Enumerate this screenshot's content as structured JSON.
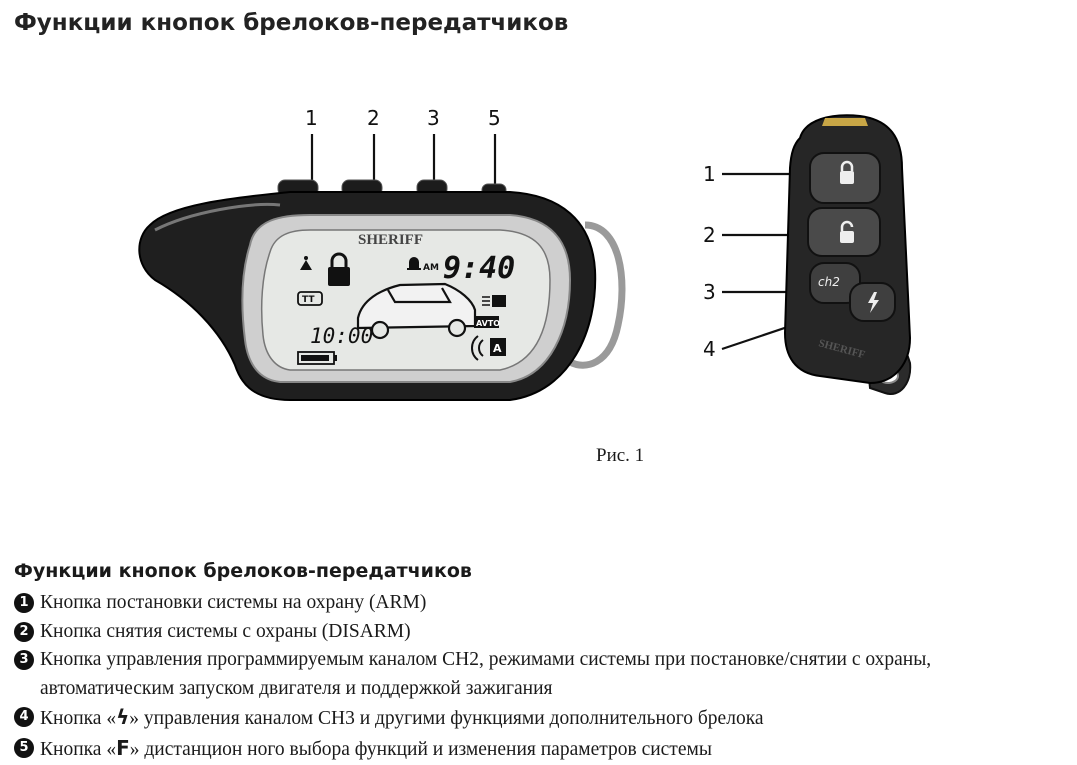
{
  "page": {
    "title": "Функции кнопок брелоков-передатчиков",
    "caption": "Рис. 1",
    "section_title": "Функции кнопок брелоков-передатчиков"
  },
  "fob_left": {
    "brand": "SHERIFF",
    "button_numbers": [
      "1",
      "2",
      "3",
      "5"
    ],
    "lcd": {
      "time": "9:40",
      "am": "AM",
      "timer": "10:00",
      "tt": "TT",
      "avto": "AVTO",
      "a": "A"
    }
  },
  "fob_right": {
    "brand": "SHERIFF",
    "ch2": "ch2",
    "callout_numbers": [
      "1",
      "2",
      "3",
      "4"
    ]
  },
  "items": [
    {
      "num": "1",
      "text": "Кнопка постановки системы на охрану (ARM)"
    },
    {
      "num": "2",
      "text": "Кнопка снятия системы с охраны (DISARM)"
    },
    {
      "num": "3",
      "text": "Кнопка управления программируемым каналом CH2, режимами системы при постановке/снятии с охраны, автоматическим запуском двигателя и поддержкой зажигания"
    },
    {
      "num": "4",
      "pre": "Кнопка «",
      "icon": "ϟ",
      "post": "» управления каналом CH3 и другими функциями дополнительного брелока"
    },
    {
      "num": "5",
      "pre": "Кнопка «",
      "icon": "F",
      "post": "» дистанцион ного выбора функций и изменения параметров системы"
    }
  ]
}
